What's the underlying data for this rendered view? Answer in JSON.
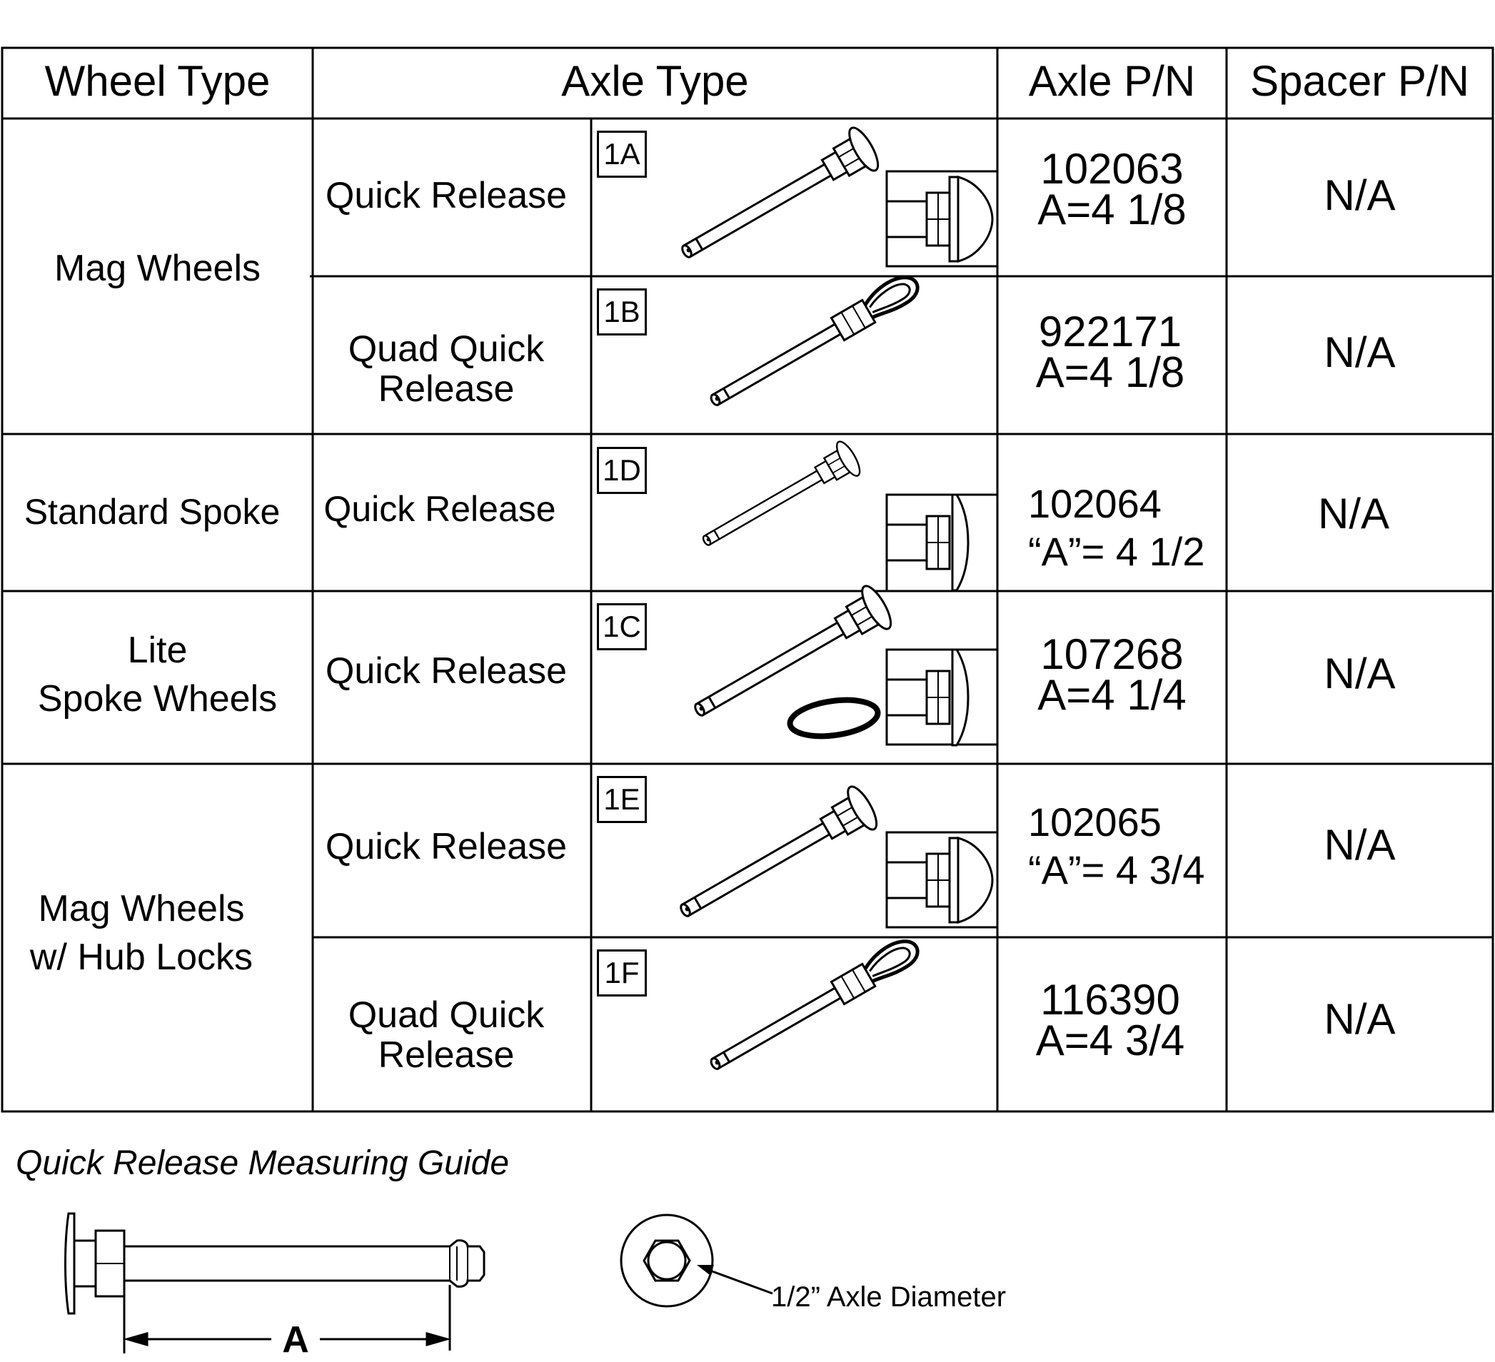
{
  "table": {
    "headers": {
      "wheel_type": "Wheel Type",
      "axle_type": "Axle Type",
      "axle_pn": "Axle P/N",
      "spacer_pn": "Spacer P/N"
    },
    "groups": [
      {
        "wheel_type": "Mag Wheels"
      },
      {
        "wheel_type": "Standard Spoke"
      },
      {
        "wheel_type_lines": [
          "Lite",
          "Spoke Wheels"
        ]
      },
      {
        "wheel_type_lines": [
          "Mag Wheels",
          "w/ Hub Locks"
        ]
      }
    ],
    "rows": [
      {
        "axle_lines": [
          "Quick Release"
        ],
        "code": "1A",
        "pn": "102063",
        "a": "A=4 1/8",
        "spacer": "N/A"
      },
      {
        "axle_lines": [
          "Quad Quick",
          "Release"
        ],
        "code": "1B",
        "pn": "922171",
        "a": "A=4 1/8",
        "spacer": "N/A"
      },
      {
        "axle_lines": [
          "Quick Release"
        ],
        "code": "1D",
        "pn": "102064",
        "a": "“A”= 4 1/2",
        "spacer": "N/A"
      },
      {
        "axle_lines": [
          "Quick Release"
        ],
        "code": "1C",
        "pn": "107268",
        "a": "A=4 1/4",
        "spacer": "N/A"
      },
      {
        "axle_lines": [
          "Quick Release"
        ],
        "code": "1E",
        "pn": "102065",
        "a": "“A”= 4 3/4",
        "spacer": "N/A"
      },
      {
        "axle_lines": [
          "Quad Quick",
          "Release"
        ],
        "code": "1F",
        "pn": "116390",
        "a": "A=4 3/4",
        "spacer": "N/A"
      }
    ]
  },
  "guide": {
    "title": "Quick Release Measuring Guide",
    "dimension_label": "A",
    "diameter_label": "1/2” Axle Diameter"
  }
}
